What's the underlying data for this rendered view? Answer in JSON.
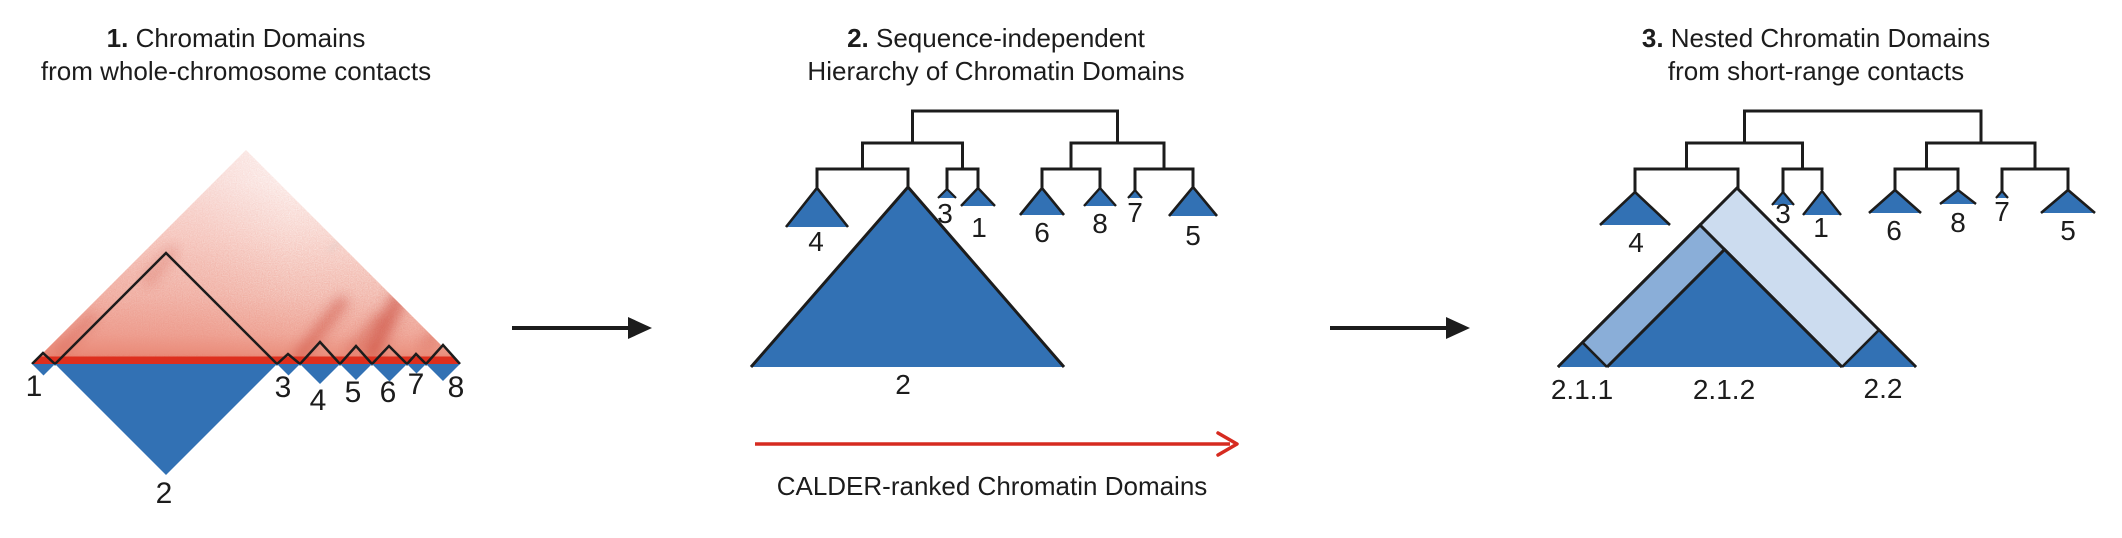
{
  "figure": {
    "description": "CALDER workflow: chromatin domains from Hi-C contacts, their sequence-independent hierarchy, and nested sub-domains"
  },
  "panels": {
    "p1": {
      "title_num": "1.",
      "title_line1": "Chromatin Domains",
      "title_line2": "from whole-chromosome contacts",
      "domains": {
        "d1": "1",
        "d2": "2",
        "d3": "3",
        "d4": "4",
        "d5": "5",
        "d6": "6",
        "d7": "7",
        "d8": "8"
      }
    },
    "p2": {
      "title_num": "2.",
      "title_line1": "Sequence-independent",
      "title_line2": "Hierarchy of Chromatin Domains",
      "leaves": {
        "l4": "4",
        "l2": "2",
        "l3": "3",
        "l1": "1",
        "l6": "6",
        "l8": "8",
        "l7": "7",
        "l5": "5"
      },
      "leaf_order": [
        "4",
        "2",
        "3",
        "1",
        "6",
        "8",
        "7",
        "5"
      ],
      "tree": [
        [
          [
            "4",
            "2"
          ],
          [
            "3",
            "1"
          ]
        ],
        [
          [
            "6",
            "8"
          ],
          [
            "7",
            "5"
          ]
        ]
      ]
    },
    "p3": {
      "title_num": "3.",
      "title_line1": "Nested Chromatin Domains",
      "title_line2": "from short-range contacts",
      "leaves": {
        "l4": "4",
        "l3": "3",
        "l1": "1",
        "l6": "6",
        "l8": "8",
        "l7": "7",
        "l5": "5"
      },
      "nested": {
        "n211": "2.1.1",
        "n212": "2.1.2",
        "n22": "2.2"
      },
      "leaf_order": [
        "4",
        "2",
        "3",
        "1",
        "6",
        "8",
        "7",
        "5"
      ]
    }
  },
  "caption": {
    "text": "CALDER-ranked Chromatin Domains"
  },
  "colors": {
    "domain_blue": "#3271b4",
    "medium_blue": "#8aaed8",
    "pale_blue": "#ccdcef",
    "heatmap_band_red": "#dd2f1e",
    "arrow_red": "#d62b20",
    "line_black": "#1c1c1c"
  }
}
